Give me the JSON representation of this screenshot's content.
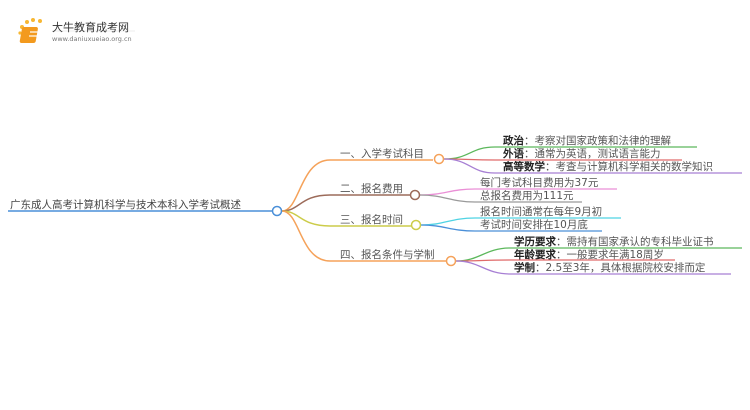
{
  "logo": {
    "title": "大牛教育成考网",
    "url": "www.daniuxueiao.org.cn"
  },
  "root": "广东成人高考计算机科学与技术本科入学考试概述",
  "branches": [
    {
      "label": "一、入学考试科目",
      "color": "#f5a25a",
      "leaves": [
        {
          "key": "政治",
          "sep": "：",
          "text": "考察对国家政策和法律的理解",
          "color": "#5cb85c"
        },
        {
          "key": "外语",
          "sep": "：",
          "text": "通常为英语，测试语言能力",
          "color": "#e06a6a"
        },
        {
          "key": "高等数学",
          "sep": "：",
          "text": "考查与计算机科学相关的数学知识",
          "color": "#a77fd4"
        }
      ]
    },
    {
      "label": "二、报名费用",
      "color": "#9c6b5a",
      "leaves": [
        {
          "text": "每门考试科目费用为37元",
          "color": "#ea8fd6"
        },
        {
          "text": "总报名费用为111元",
          "color": "#9a9a9a"
        }
      ]
    },
    {
      "label": "三、报名时间",
      "color": "#cccc4a",
      "leaves": [
        {
          "text": "报名时间通常在每年9月初",
          "color": "#4fd3e3"
        },
        {
          "text": "考试时间安排在10月底",
          "color": "#4a8fd8"
        }
      ]
    },
    {
      "label": "四、报名条件与学制",
      "color": "#f5a25a",
      "leaves": [
        {
          "key": "学历要求",
          "sep": "：",
          "text": "需持有国家承认的专科毕业证书",
          "color": "#5cb85c"
        },
        {
          "key": "年龄要求",
          "sep": "：",
          "text": "一般要求年满18周岁",
          "color": "#e06a6a"
        },
        {
          "key": "学制",
          "sep": "：",
          "text": "2.5至3年，具体根据院校安排而定",
          "color": "#a77fd4"
        }
      ]
    }
  ]
}
